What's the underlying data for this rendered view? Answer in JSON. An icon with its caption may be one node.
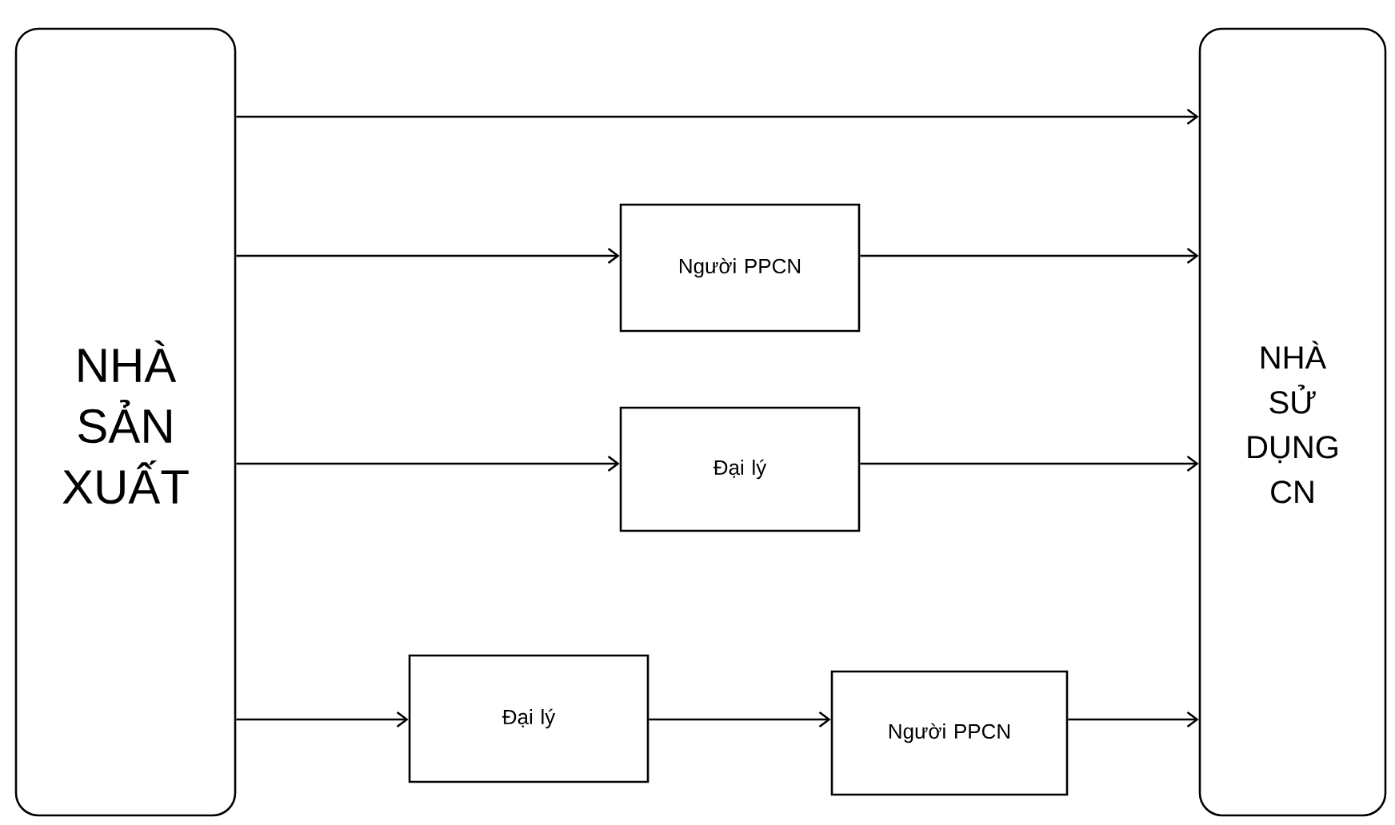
{
  "diagram": {
    "nodes": [
      {
        "text": [
          "NHÀ SẢN XUẤT"
        ]
      },
      {
        "text": [
          "NHÀ SỬ DỤNG CN"
        ]
      },
      {
        "text": [
          "Người PPCN"
        ]
      },
      {
        "text": [
          "Đại lý"
        ]
      },
      {
        "text": [
          "Đại lý"
        ]
      },
      {
        "text": [
          "Người PPCN"
        ]
      }
    ],
    "edges": [
      {
        "from": 0,
        "to": 1,
        "arrow": "to"
      },
      {
        "from": 0,
        "to": 2,
        "arrow": "to"
      },
      {
        "from": 2,
        "to": 1,
        "arrow": "to"
      },
      {
        "from": 0,
        "to": 3,
        "arrow": "to"
      },
      {
        "from": 3,
        "to": 1,
        "arrow": "to"
      },
      {
        "from": 0,
        "to": 4,
        "arrow": "to"
      },
      {
        "from": 4,
        "to": 5,
        "arrow": "to"
      },
      {
        "from": 5,
        "to": 1,
        "arrow": "to"
      }
    ]
  }
}
